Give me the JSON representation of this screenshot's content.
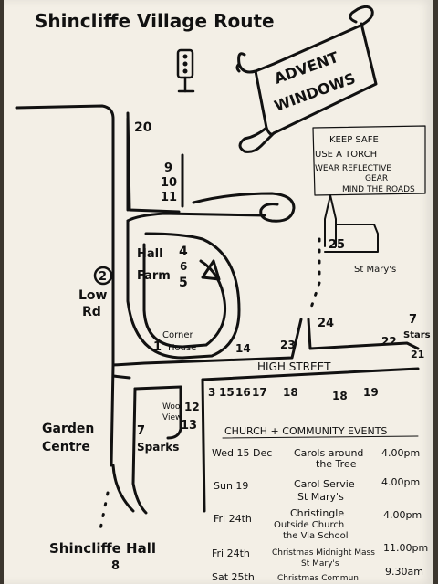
{
  "title": "Shincliffe Village Route",
  "banner": {
    "line1": "ADVENT",
    "line2": "WINDOWS"
  },
  "safety": {
    "line1": "KEEP SAFE",
    "line2": "USE A TORCH",
    "line3": "WEAR REFLECTIVE",
    "line4": "GEAR",
    "line5": "MIND THE ROADS"
  },
  "places": {
    "hall_farm_1": "Hall",
    "hall_farm_2": "Farm",
    "corner_house_1": "Corner",
    "corner_house_2": "House",
    "st_marys": "St Mary's",
    "low_rd_1": "Low",
    "low_rd_2": "Rd",
    "high_street": "HIGH   STREET",
    "garden_centre_1": "Garden",
    "garden_centre_2": "Centre",
    "sparks": "Sparks",
    "stars": "Stars",
    "wool_view_1": "Wool",
    "wool_view_2": "View",
    "shincliffe_hall": "Shincliffe Hall"
  },
  "windows": {
    "w20": "20",
    "w9": "9",
    "w10": "10",
    "w11": "11",
    "w2": "2",
    "w4": "4",
    "w6": "6",
    "w5": "5",
    "w1": "1",
    "w25": "25",
    "w24": "24",
    "w14": "14",
    "w23": "23",
    "w22": "22",
    "w7a": "7",
    "w21": "21",
    "w3": "3",
    "w15": "15",
    "w16": "16",
    "w17": "17",
    "w18a": "18",
    "w18b": "18",
    "w19": "19",
    "w12": "12",
    "w13": "13",
    "w7b": "7",
    "w8": "8"
  },
  "events": {
    "heading": "CHURCH + COMMUNITY EVENTS",
    "rows": [
      {
        "day": "Wed 15 Dec",
        "desc1": "Carols around",
        "desc2": "the Tree",
        "time": "4.00pm"
      },
      {
        "day": "Sun 19",
        "desc1": "Carol Servie",
        "desc2": "St Mary's",
        "time": "4.00pm"
      },
      {
        "day": "Fri 24th",
        "desc1": "Christingle",
        "desc2": "Outside Church",
        "desc3": "the Via School",
        "time": "4.00pm"
      },
      {
        "day": "Fri 24th",
        "desc1": "Christmas Midnight Mass",
        "desc2": "St Mary's",
        "time": "11.00pm"
      },
      {
        "day": "Sat 25th",
        "desc1": "Christmas Commun",
        "time": "9.30am"
      }
    ]
  }
}
